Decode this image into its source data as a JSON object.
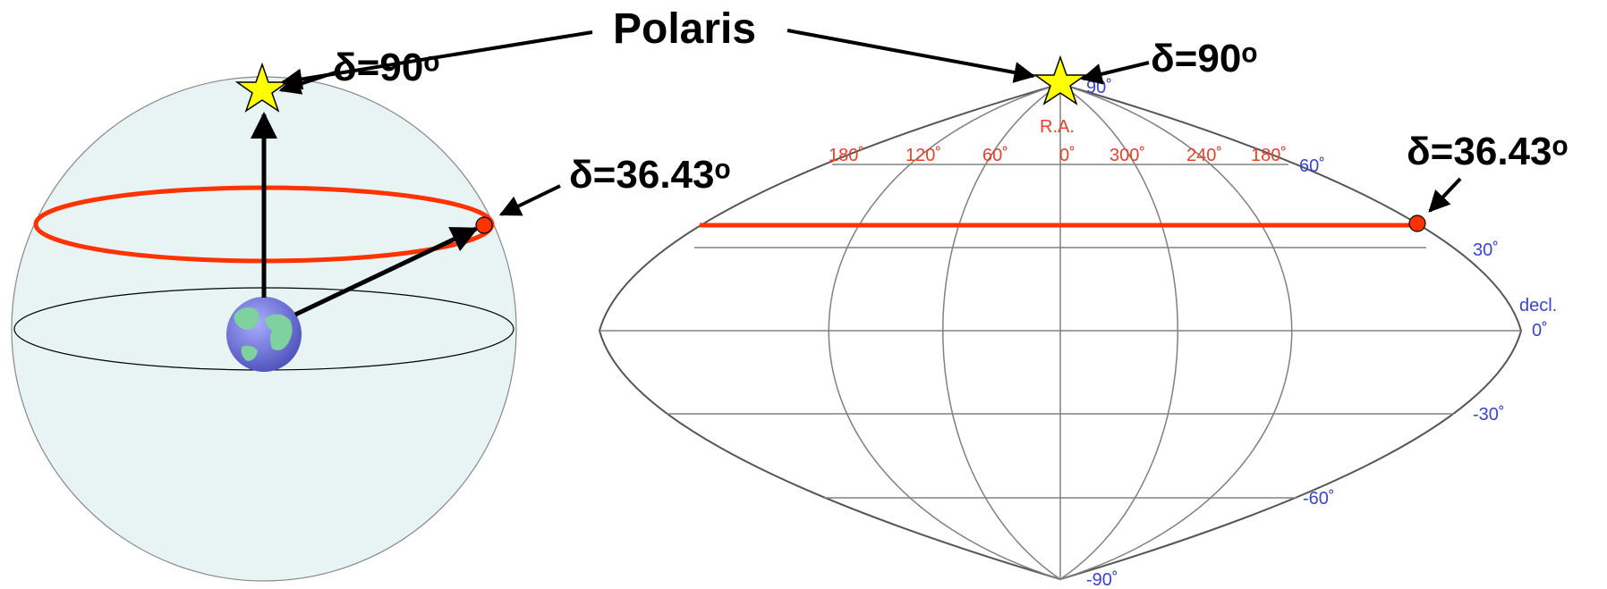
{
  "polaris_label": "Polaris",
  "left_panel": {
    "pole_label": "δ=90ᵒ",
    "point_label": "δ=36.43ᵒ"
  },
  "right_panel": {
    "pole_label": "δ=90ᵒ",
    "point_label": "δ=36.43ᵒ",
    "ra_axis_label": "R.A.",
    "ra_ticks": [
      "180˚",
      "120˚",
      "60˚",
      "0˚",
      "300˚",
      "240˚",
      "180˚"
    ],
    "dec_axis_label": "decl.",
    "dec_ticks": [
      "90˚",
      "60˚",
      "30˚",
      "0˚",
      "-30˚",
      "-60˚",
      "-90˚"
    ]
  },
  "colors": {
    "highlight": "#ff3300",
    "star": "#ffff00",
    "ra_label": "#e8402a",
    "dec_label": "#3a44cc",
    "sphere_fill": "#e8f4f4",
    "grid": "#808080",
    "earth_ocean": "#7b7fe0",
    "earth_land": "#7fd1a0"
  },
  "icons": [
    "star-icon",
    "earth-icon"
  ]
}
